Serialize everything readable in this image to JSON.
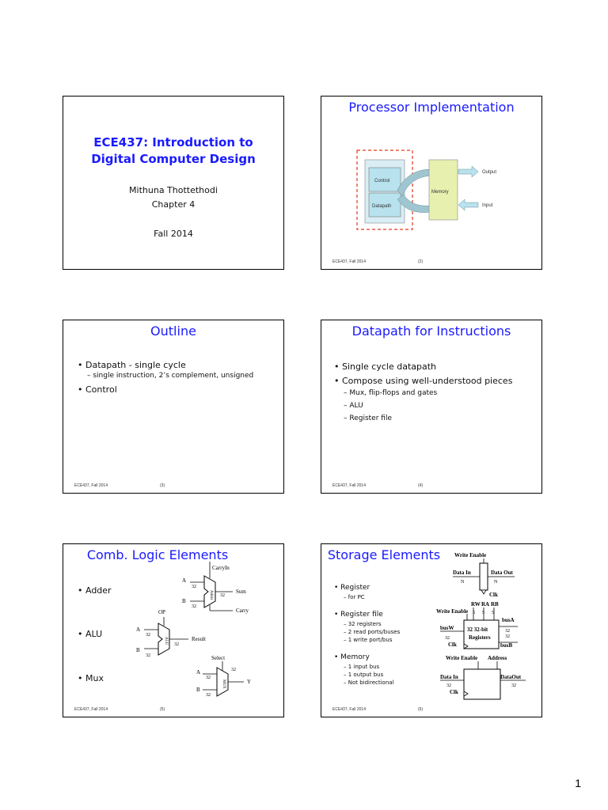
{
  "slide1": {
    "title_line1": "ECE437: Introduction to",
    "title_line2": "Digital Computer Design",
    "author": "Mithuna Thottethodi",
    "chapter": "Chapter 4",
    "term": "Fall 2014"
  },
  "slide2": {
    "title": "Processor Implementation",
    "labels": {
      "control": "Control",
      "datapath": "Datapath",
      "memory": "Memory",
      "output": "Output",
      "input": "Input"
    },
    "footer": "ECE437, Fall 2014",
    "page": "(2)"
  },
  "slide3": {
    "title": "Outline",
    "bullet1": "• Datapath  - single cycle",
    "sub1": "– single instruction, 2’s complement, unsigned",
    "bullet2": "• Control",
    "footer": "ECE437, Fall 2014",
    "page": "(3)"
  },
  "slide4": {
    "title": "Datapath for Instructions",
    "bullet1": "• Single cycle datapath",
    "bullet2": "• Compose using well-understood pieces",
    "sub1": "– Mux, flip-flops and gates",
    "sub2": "– ALU",
    "sub3": "– Register file",
    "footer": "ECE437, Fall 2014",
    "page": "(4)"
  },
  "slide5": {
    "title": "Comb. Logic Elements",
    "bullet_adder": "• Adder",
    "bullet_alu": "• ALU",
    "bullet_mux": "• Mux",
    "labels": {
      "carryin": "CarryIn",
      "a": "A",
      "b": "B",
      "n32": "32",
      "sum": "Sum",
      "carry": "Carry",
      "adder": "Adder",
      "op": "OP",
      "alu": "ALU",
      "result": "Result",
      "select": "Select",
      "mux": "MUX",
      "y": "Y"
    },
    "footer": "ECE437, Fall 2014",
    "page": "(5)"
  },
  "slide6": {
    "title": "Storage Elements",
    "bullet_register": "• Register",
    "sub_register": "– for PC",
    "bullet_regfile": "• Register file",
    "sub_regfile1": "– 32 registers",
    "sub_regfile2": "– 2 read ports/buses",
    "sub_regfile3": "– 1 write port/bus",
    "bullet_memory": "• Memory",
    "sub_memory1": "– 1 input bus",
    "sub_memory2": "– 1 output bus",
    "sub_memory3": "– Not bidirectional",
    "labels": {
      "write_enable": "Write Enable",
      "data_in": "Data In",
      "data_out": "Data Out",
      "n": "N",
      "clk": "Clk",
      "rw": "RW",
      "ra": "RA",
      "rb": "RB",
      "five": "5",
      "busa": "busA",
      "busw": "busW",
      "busb": "busB",
      "n32": "32",
      "regs_line1": "32 32-bit",
      "regs_line2": "Registers",
      "address": "Address",
      "data_in2": "Data In",
      "data_out2": "DataOut"
    },
    "footer": "ECE437, Fall 2014",
    "page": "(6)"
  },
  "page_number": "1",
  "colors": {
    "title_blue": "#1a1aff",
    "accent_red": "#e03a1e",
    "memory_fill": "#e8f0b0",
    "control_fill": "#b7e2ee"
  }
}
